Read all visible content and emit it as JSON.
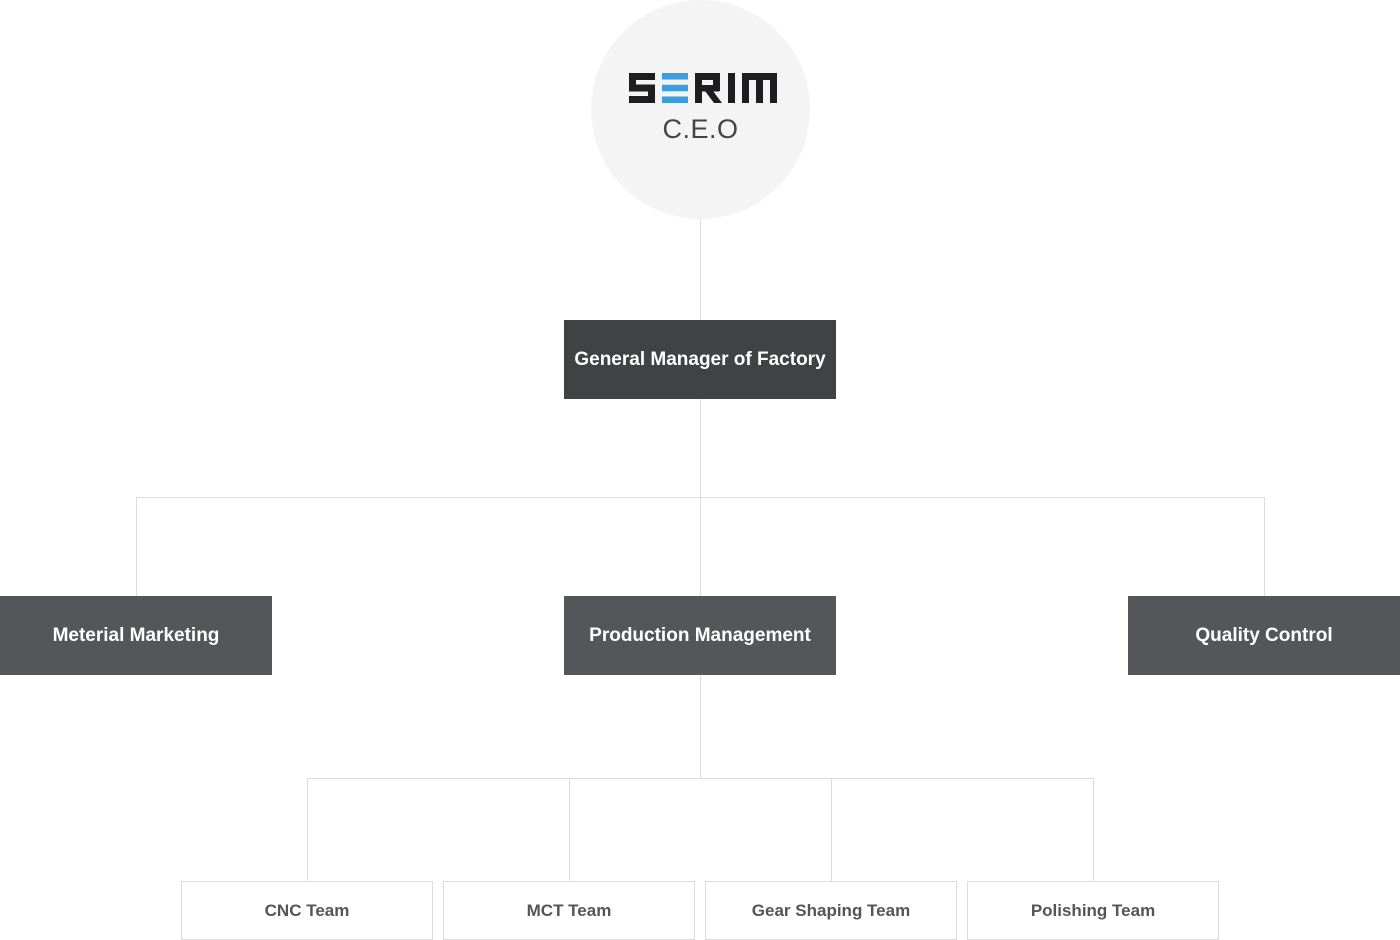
{
  "ceo": {
    "logo_text": "SERIM",
    "title": "C.E.O"
  },
  "general_manager": {
    "label": "General Manager of Factory"
  },
  "departments": [
    {
      "label": "Meterial Marketing"
    },
    {
      "label": "Production Management"
    },
    {
      "label": "Quality Control"
    }
  ],
  "teams": [
    {
      "label": "CNC Team"
    },
    {
      "label": "MCT Team"
    },
    {
      "label": "Gear Shaping Team"
    },
    {
      "label": "Polishing Team"
    }
  ],
  "colors": {
    "logo_dark": "#1e1e20",
    "logo_accent": "#3a9ee0",
    "manager_box": "#414244",
    "department_box": "#55565a",
    "connector": "#dcdcdc",
    "ceo_circle": "#f4f4f4"
  }
}
